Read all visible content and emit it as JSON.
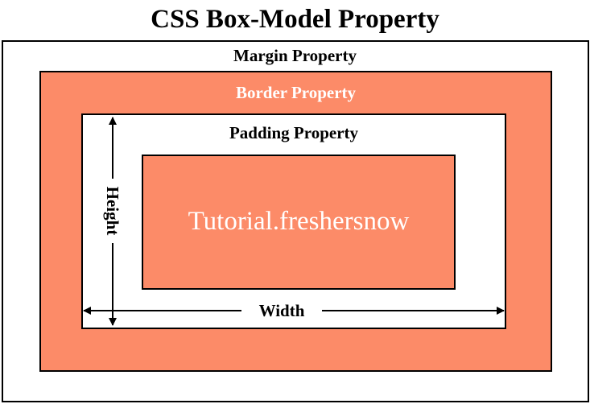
{
  "title": "CSS Box-Model Property",
  "labels": {
    "margin": "Margin Property",
    "border": "Border Property",
    "padding": "Padding Property",
    "content": "Tutorial.freshersnow",
    "width": "Width",
    "height": "Height"
  },
  "colors": {
    "border_fill": "#FC8B68",
    "content_fill": "#FC8B68",
    "outline": "#000000",
    "background": "#FFFFFF"
  }
}
